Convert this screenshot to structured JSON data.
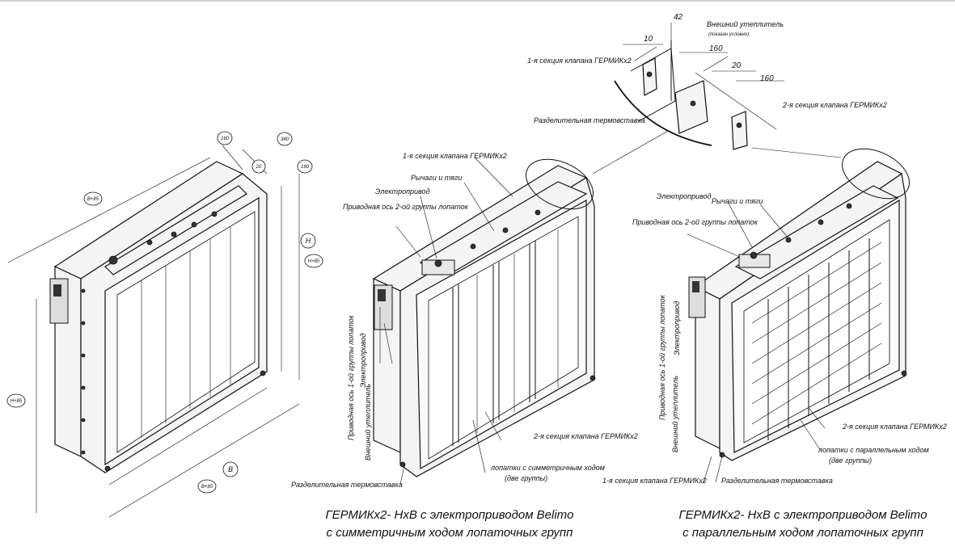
{
  "top_rule_color": "#cfcfcf",
  "left_view": {
    "dims": {
      "d160": "160",
      "d340": "340",
      "d20": "20",
      "d160b": "160",
      "h": "H",
      "h85": "H+85",
      "b": "B",
      "b85": "B+85",
      "b85_top": "B+85",
      "h85_left": "H+85"
    }
  },
  "middle_view": {
    "labels": {
      "section1": "1-я секция клапана ГЕРМИКх2",
      "levers": "Рычаги и тяги",
      "actuator": "Электропривод",
      "drive_axis": "Приводная ось 2-ой группы лопаток",
      "drive_axis_1": "Приводная ось 1-ой группы лопаток",
      "actuator_v": "Электропривод",
      "seal_v": "Внешний утеплитель",
      "section2": "2-я секция клапана ГЕРМИКх2",
      "blades": "лопатки с симметричным ходом",
      "blades_note": "(две группы)",
      "thermo": "Разделительная термовставка"
    },
    "caption_line1": "ГЕРМИКх2- НхВ с электроприводом Belimo",
    "caption_line2": "с симметричным ходом лопаточных групп"
  },
  "detail_view": {
    "dims": {
      "d42": "42",
      "d10": "10",
      "d160": "160",
      "d20": "20",
      "d160b": "160"
    },
    "labels": {
      "seal": "Внешний утеплитель",
      "seal_note": "(показан условно)",
      "section1": "1-я секция клапана ГЕРМИКх2",
      "thermo": "Разделительная термовставка",
      "section2": "2-я секция клапана ГЕРМИКх2"
    }
  },
  "right_view": {
    "labels": {
      "actuator": "Электропривод",
      "levers": "Рычаги и тяги",
      "drive_axis": "Приводная ось 2-ой группы лопаток",
      "drive_axis_1": "Приводная ось 1-ой группы лопаток",
      "actuator_v": "Электропривод",
      "seal_v": "Внешний утеплитель",
      "section2": "2-я секция клапана ГЕРМИКх2",
      "blades": "лопатки с параллельным ходом",
      "blades_note": "(две группы)",
      "thermo": "Разделительная термовставка",
      "section1": "1-я секция клапана ГЕРМИКх2"
    },
    "caption_line1": "ГЕРМИКх2- НхВ с электроприводом Belimo",
    "caption_line2": "с параллельным ходом лопаточных групп"
  }
}
